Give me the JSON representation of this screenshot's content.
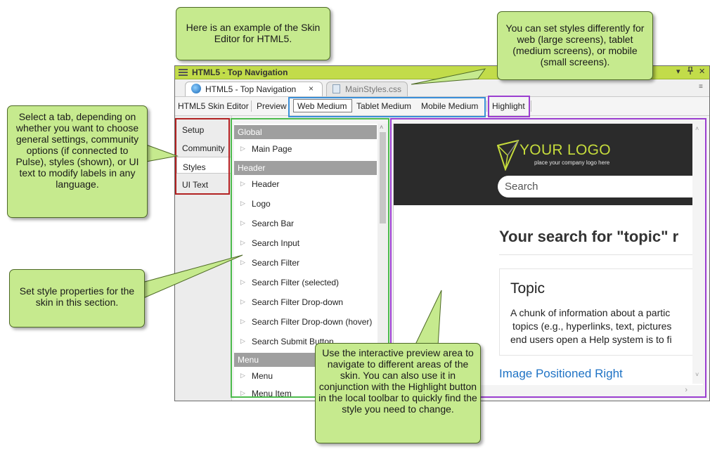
{
  "window": {
    "title": "HTML5 - Top Navigation",
    "controls": [
      "▾",
      "🖈",
      "✕"
    ],
    "tabs": [
      {
        "label": "HTML5 - Top Navigation",
        "close": "×",
        "icon": "globe-icon"
      },
      {
        "label": "MainStyles.css",
        "icon": "css-file-icon"
      }
    ],
    "overflow_icon": "≡"
  },
  "toolbar": {
    "skin_editor": "HTML5 Skin Editor",
    "preview": "Preview",
    "web_medium": "Web Medium",
    "tablet_medium": "Tablet Medium",
    "mobile_medium": "Mobile Medium",
    "highlight": "Highlight"
  },
  "sidetabs": [
    "Setup",
    "Community",
    "Styles",
    "UI Text"
  ],
  "property_groups": {
    "global": "Global",
    "global_items": [
      "Main Page"
    ],
    "header": "Header",
    "header_items": [
      "Header",
      "Logo",
      "Search Bar",
      "Search Input",
      "Search Filter",
      "Search Filter (selected)",
      "Search Filter Drop-down",
      "Search Filter Drop-down (hover)",
      "Search Submit Button"
    ],
    "menu": "Menu",
    "menu_items": [
      "Menu",
      "Menu Item"
    ]
  },
  "preview": {
    "logo_text": "YOUR LOGO",
    "logo_sub": "place your company logo here",
    "search_placeholder": "Search",
    "heading": "Your search for \"topic\" r",
    "card_title": "Topic",
    "card_line1": "A chunk of information about a partic",
    "card_line2": "topics (e.g., hyperlinks, text, pictures",
    "card_line3": "end users open a Help system is to fi",
    "link": "Image Positioned Right",
    "colors": {
      "header_bg": "#2b2b2b",
      "logo": "#c6dc3c",
      "link": "#1f73c5"
    }
  },
  "callouts": {
    "top": "Here is an example of the Skin Editor for HTML5.",
    "top_right": "You can set styles differently for web (large screens), tablet (medium screens), or mobile (small screens).",
    "left": "Select a tab, depending on whether you want to choose general settings, community options (if connected to Pulse), styles (shown), or UI text to modify labels in any language.",
    "mid_left": "Set style properties for the skin in this section.",
    "bottom": "Use the interactive preview area to navigate to different areas of the skin. You can also use it in conjunction with the Highlight button in the local toolbar to quickly find the style you need to change."
  },
  "highlight_colors": {
    "tabs": "#b22222",
    "properties": "#4cbb4c",
    "devices": "#3a8fd8",
    "preview": "#9b3fd0"
  }
}
